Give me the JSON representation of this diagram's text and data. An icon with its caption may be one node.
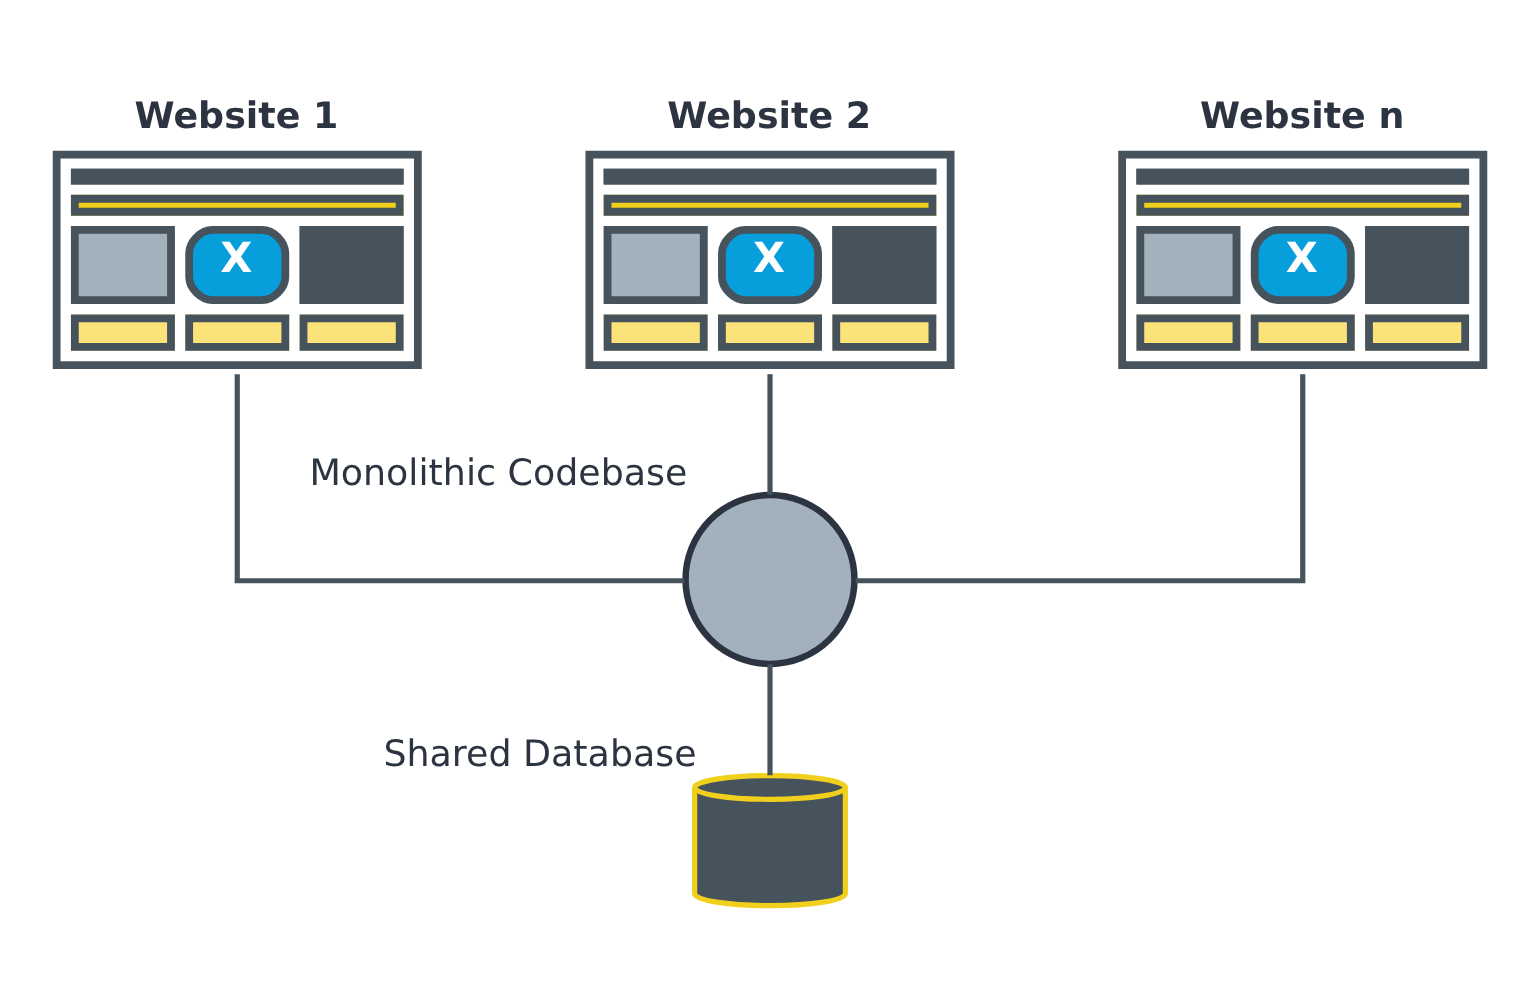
{
  "diagram": {
    "nodes": [
      {
        "text": [
          "Website 1",
          "X"
        ]
      },
      {
        "text": [
          "Website 2",
          "X"
        ]
      },
      {
        "text": [
          "Website n",
          "X"
        ]
      },
      {
        "text": [
          "Monolithic Codebase"
        ]
      },
      {
        "text": [
          "Shared Database"
        ]
      }
    ],
    "edges": [
      {
        "from": 0,
        "to": 3,
        "arrow": "none"
      },
      {
        "from": 1,
        "to": 3,
        "arrow": "none"
      },
      {
        "from": 2,
        "to": 3,
        "arrow": "none"
      },
      {
        "from": 3,
        "to": 4,
        "arrow": "none"
      }
    ]
  }
}
